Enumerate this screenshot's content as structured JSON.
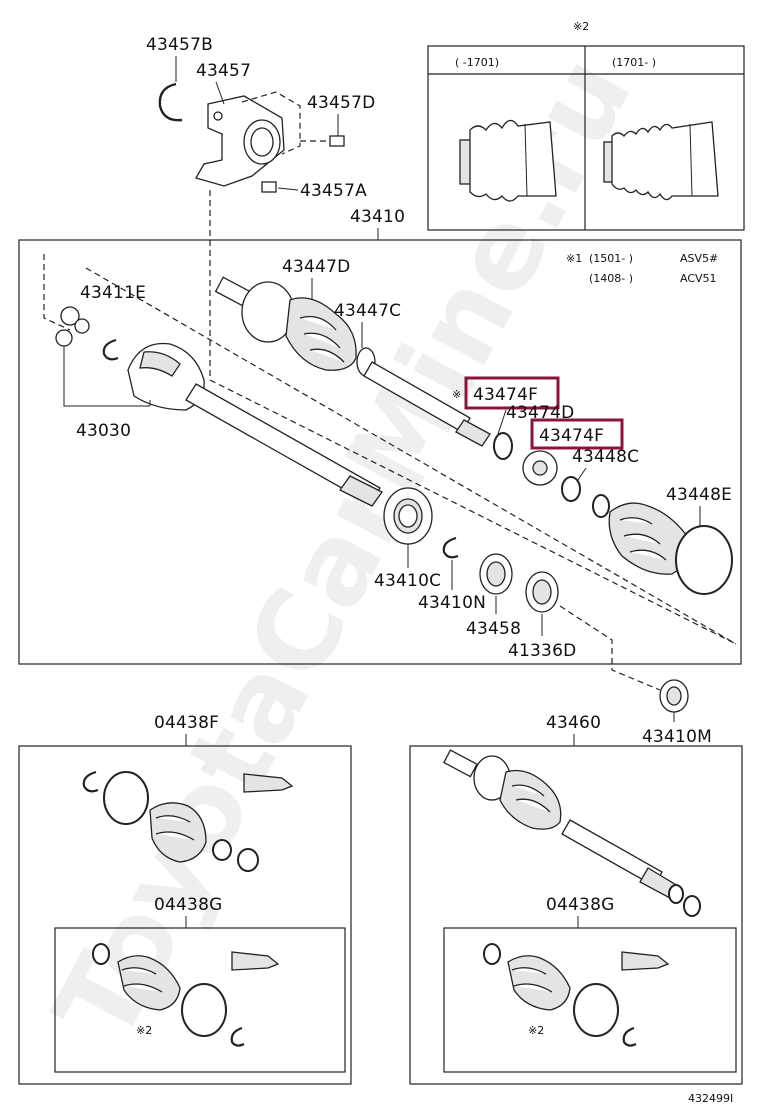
{
  "watermark": "ToyotaCarMine.ru",
  "figure_id": "432499I",
  "parts": {
    "p43457B": "43457B",
    "p43457": "43457",
    "p43457D": "43457D",
    "p43457A": "43457A",
    "p43410": "43410",
    "p43447D": "43447D",
    "p43447C": "43447C",
    "p43411E": "43411E",
    "p43030": "43030",
    "p43474F_a": "43474F",
    "p43474D": "43474D",
    "p43474F_b": "43474F",
    "p43448C": "43448C",
    "p43448E": "43448E",
    "p43410C": "43410C",
    "p43410N": "43410N",
    "p43458": "43458",
    "p41336D": "41336D",
    "p43410M": "43410M",
    "p04438F": "04438F",
    "p04438G_left": "04438G",
    "p43460": "43460",
    "p04438G_right": "04438G"
  },
  "notes": {
    "mark2_top": "※2",
    "mark1_star": "※1",
    "inset_col1": "(      -1701)",
    "inset_col2": "(1701-      )",
    "note_line1_date": "(1501-      )",
    "note_line1_model": "ASV5#",
    "note_line2_date": "(1408-      )",
    "note_line2_model": "ACV51",
    "mark_star_small": "※",
    "mark2_left": "※2",
    "mark2_right": "※2"
  },
  "colors": {
    "highlight": "#8b1538",
    "line": "#222222"
  }
}
